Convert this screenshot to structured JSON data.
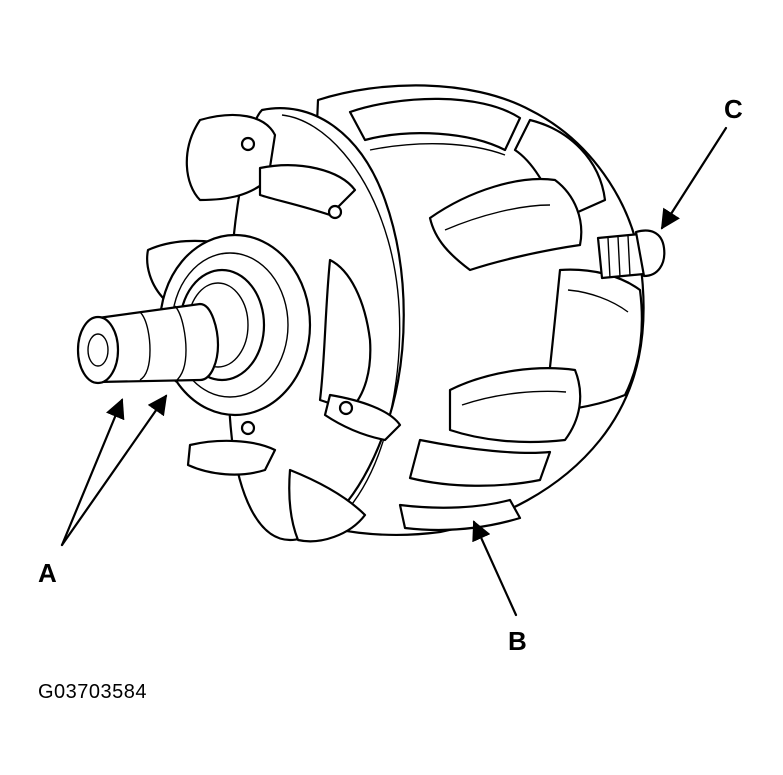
{
  "labels": {
    "a": "A",
    "b": "B",
    "c": "C"
  },
  "figure_id": "G03703584"
}
